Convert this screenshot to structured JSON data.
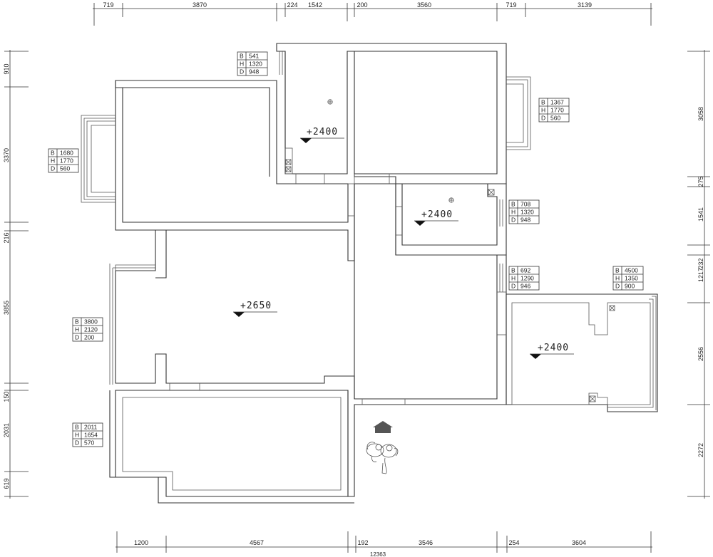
{
  "dimensions": {
    "top": [
      "719",
      "3870",
      "224",
      "1542",
      "200",
      "3560",
      "719",
      "3139"
    ],
    "bottom": [
      "1200",
      "4567",
      "192",
      "3546",
      "254",
      "3604"
    ],
    "bottom_total": "12363",
    "left": [
      "910",
      "3370",
      "216",
      "3855",
      "150",
      "2031",
      "619"
    ],
    "right": [
      "3058",
      "275",
      "1541",
      "232",
      "1217",
      "2556",
      "2272"
    ]
  },
  "windows": [
    {
      "id": "w1",
      "B": "541",
      "H": "1320",
      "D": "948"
    },
    {
      "id": "w2",
      "B": "1367",
      "H": "1770",
      "D": "560"
    },
    {
      "id": "w3",
      "B": "1680",
      "H": "1770",
      "D": "560"
    },
    {
      "id": "w4",
      "B": "708",
      "H": "1320",
      "D": "948"
    },
    {
      "id": "w5",
      "B": "692",
      "H": "1290",
      "D": "946"
    },
    {
      "id": "w6",
      "B": "4500",
      "H": "1350",
      "D": "900"
    },
    {
      "id": "w7",
      "B": "3800",
      "H": "2120",
      "D": "200"
    },
    {
      "id": "w8",
      "B": "2011",
      "H": "1654",
      "D": "570"
    }
  ],
  "window_row_labels": [
    "B",
    "H",
    "D"
  ],
  "levels": {
    "bath_top": "+2400",
    "bath_mid": "+2400",
    "living": "+2650",
    "right_room": "+2400"
  },
  "icons": {
    "entry_marker": "house-arrow-icon",
    "compass": "flower-compass-icon",
    "ceiling_light": "ceiling-light-icon"
  }
}
